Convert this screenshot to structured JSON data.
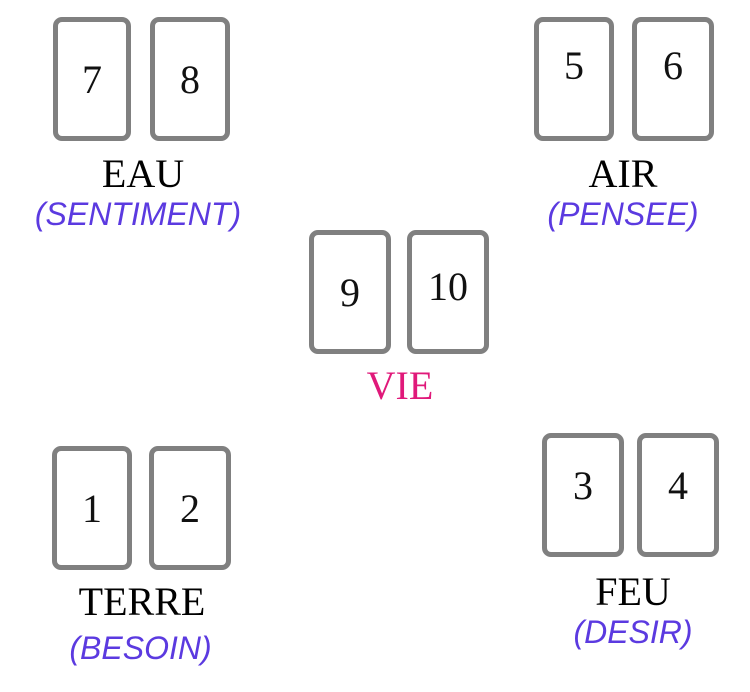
{
  "colors": {
    "card_border": "#808080",
    "label_text": "#000000",
    "sub_text": "#5b3ae0",
    "center_label": "#e0197a"
  },
  "groups": {
    "eau": {
      "cards": [
        "7",
        "8"
      ],
      "label": "EAU",
      "sub": "(SENTIMENT)"
    },
    "air": {
      "cards": [
        "5",
        "6"
      ],
      "label": "AIR",
      "sub": "(PENSEE)"
    },
    "vie": {
      "cards": [
        "9",
        "10"
      ],
      "label": "VIE"
    },
    "terre": {
      "cards": [
        "1",
        "2"
      ],
      "label": "TERRE",
      "sub": "(BESOIN)"
    },
    "feu": {
      "cards": [
        "3",
        "4"
      ],
      "label": "FEU",
      "sub": "(DESIR)"
    }
  }
}
